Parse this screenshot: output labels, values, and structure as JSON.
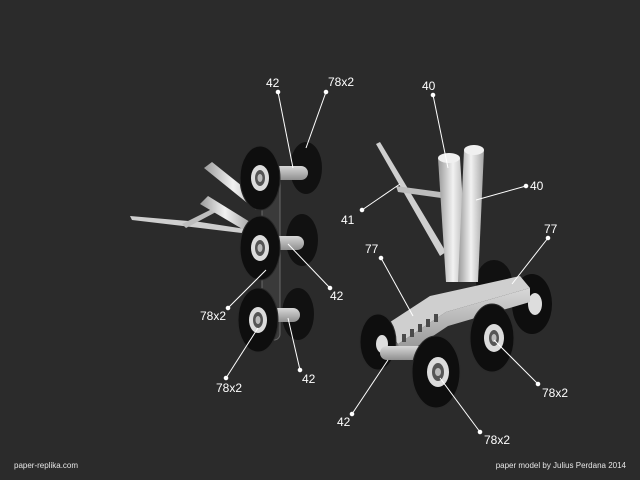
{
  "colors": {
    "background": "#2b2b2b",
    "label": "#ffffff",
    "tire": "#111111",
    "hub": "#e6e6e6",
    "strut": "#dcdcdc"
  },
  "labels": [
    {
      "id": "l1",
      "text": "42"
    },
    {
      "id": "l2",
      "text": "78x2"
    },
    {
      "id": "l3",
      "text": "40"
    },
    {
      "id": "l4",
      "text": "40"
    },
    {
      "id": "l5",
      "text": "41"
    },
    {
      "id": "l6",
      "text": "77"
    },
    {
      "id": "l7",
      "text": "77"
    },
    {
      "id": "l8",
      "text": "42"
    },
    {
      "id": "l9",
      "text": "78x2"
    },
    {
      "id": "l10",
      "text": "42"
    },
    {
      "id": "l11",
      "text": "78x2"
    },
    {
      "id": "l12",
      "text": "78x2"
    },
    {
      "id": "l13",
      "text": "42"
    },
    {
      "id": "l14",
      "text": "78x2"
    }
  ],
  "footer": {
    "left": "paper-replika.com",
    "right": "paper model by Julius Perdana 2014"
  }
}
